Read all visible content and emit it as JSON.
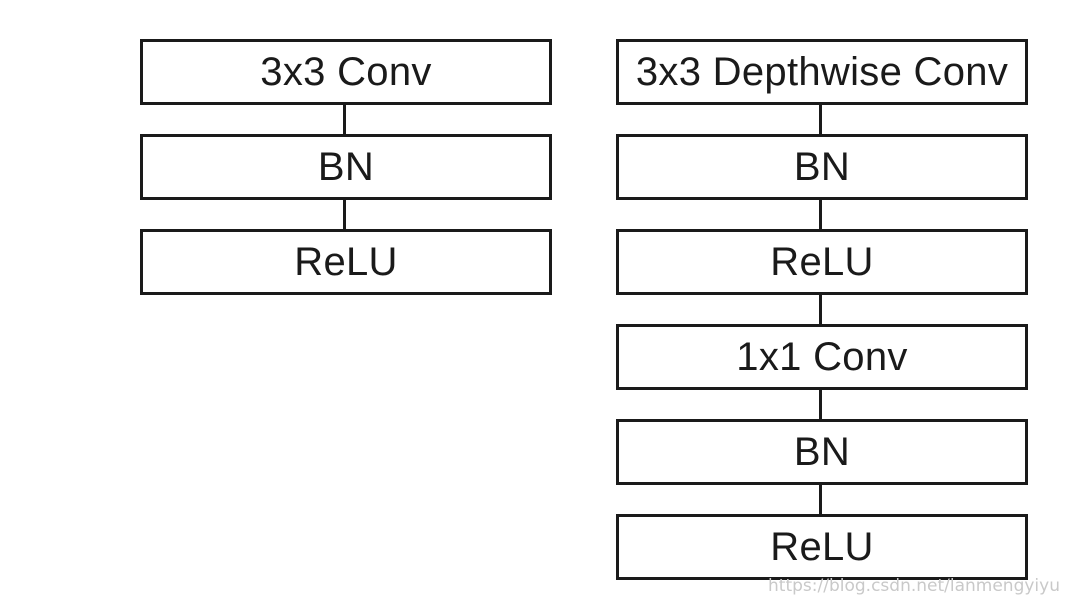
{
  "diagram": {
    "standard_conv": {
      "blocks": [
        "3x3 Conv",
        "BN",
        "ReLU"
      ]
    },
    "depthwise_separable_conv": {
      "blocks": [
        "3x3 Depthwise Conv",
        "BN",
        "ReLU",
        "1x1 Conv",
        "BN",
        "ReLU"
      ]
    }
  },
  "watermark": "https://blog.csdn.net/lanmengyiyu"
}
